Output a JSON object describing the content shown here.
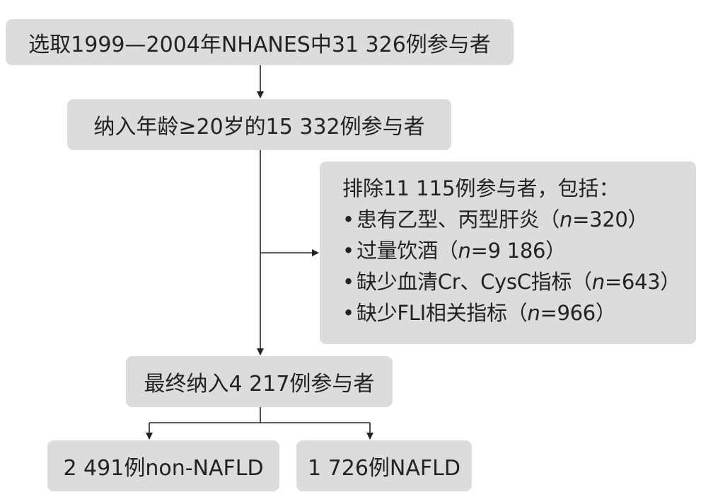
{
  "boxes": {
    "start": "选取1999—2004年NHANES中31 326例参与者",
    "age_filter": "纳入年龄≥20岁的15 332例参与者",
    "exclusion": {
      "heading": "排除11 115例参与者，包括：",
      "items": [
        {
          "text": "患有乙型、丙型肝炎（",
          "n_label": "n",
          "n_value": "=320）"
        },
        {
          "text": "过量饮酒（",
          "n_label": "n",
          "n_value": "=9 186）"
        },
        {
          "text": "缺少血清Cr、CysC指标（",
          "n_label": "n",
          "n_value": "=643）"
        },
        {
          "text": "缺少FLI相关指标（",
          "n_label": "n",
          "n_value": "=966）"
        }
      ]
    },
    "final": "最终纳入4 217例参与者",
    "non_nafld": "2 491例non-NAFLD",
    "nafld": "1 726例NAFLD"
  }
}
